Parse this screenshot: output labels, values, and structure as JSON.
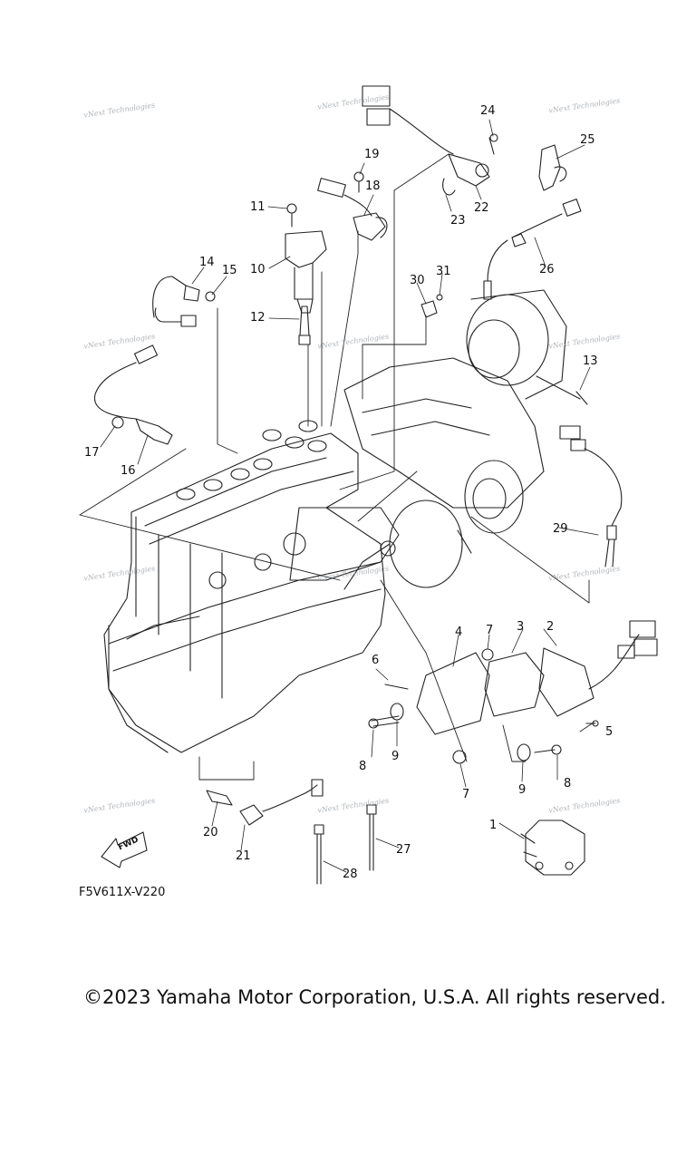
{
  "diagram": {
    "code": "F5V611X-V220",
    "copyright": "©2023 Yamaha Motor Corporation, U.S.A. All rights reserved.",
    "fwd_label": "FWD",
    "watermark": "vNext Technologies",
    "callouts": [
      "1",
      "2",
      "3",
      "4",
      "5",
      "6",
      "7",
      "7",
      "8",
      "8",
      "9",
      "9",
      "10",
      "11",
      "12",
      "13",
      "14",
      "15",
      "16",
      "17",
      "18",
      "19",
      "20",
      "21",
      "22",
      "23",
      "24",
      "25",
      "26",
      "27",
      "28",
      "29",
      "30",
      "31"
    ]
  },
  "colors": {
    "line": "#222222",
    "watermark": "#9aa0a6"
  }
}
